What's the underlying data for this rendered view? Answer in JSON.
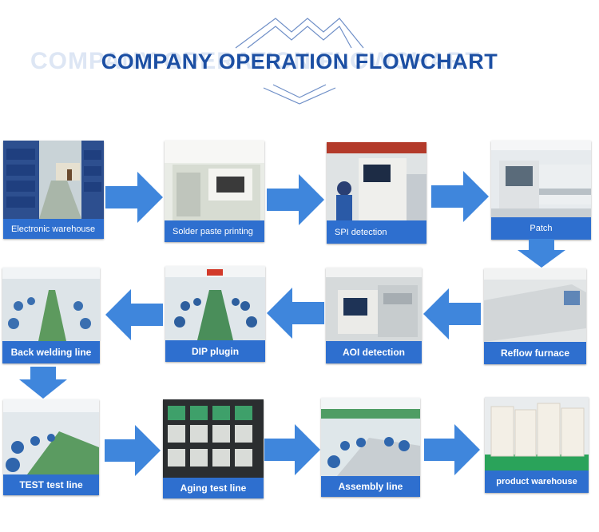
{
  "header": {
    "title": "COMPANY OPERATION FLOWCHART",
    "ghost_title": "COMPANY OPERATION FLOWCHART"
  },
  "steps": [
    {
      "label": "Electronic warehouse"
    },
    {
      "label": "Solder paste printing"
    },
    {
      "label": "SPI detection"
    },
    {
      "label": "Patch"
    },
    {
      "label": "Reflow furnace"
    },
    {
      "label": "AOI detection"
    },
    {
      "label": "DIP plugin"
    },
    {
      "label": "Back welding line"
    },
    {
      "label": "TEST test line"
    },
    {
      "label": "Aging test line"
    },
    {
      "label": "Assembly line"
    },
    {
      "label": "product warehouse"
    }
  ],
  "colors": {
    "title": "#1c4fa3",
    "card_label_bg": "#2e6fcf",
    "arrow": "#3f86dc",
    "deco_line": "#6f8fc7"
  }
}
